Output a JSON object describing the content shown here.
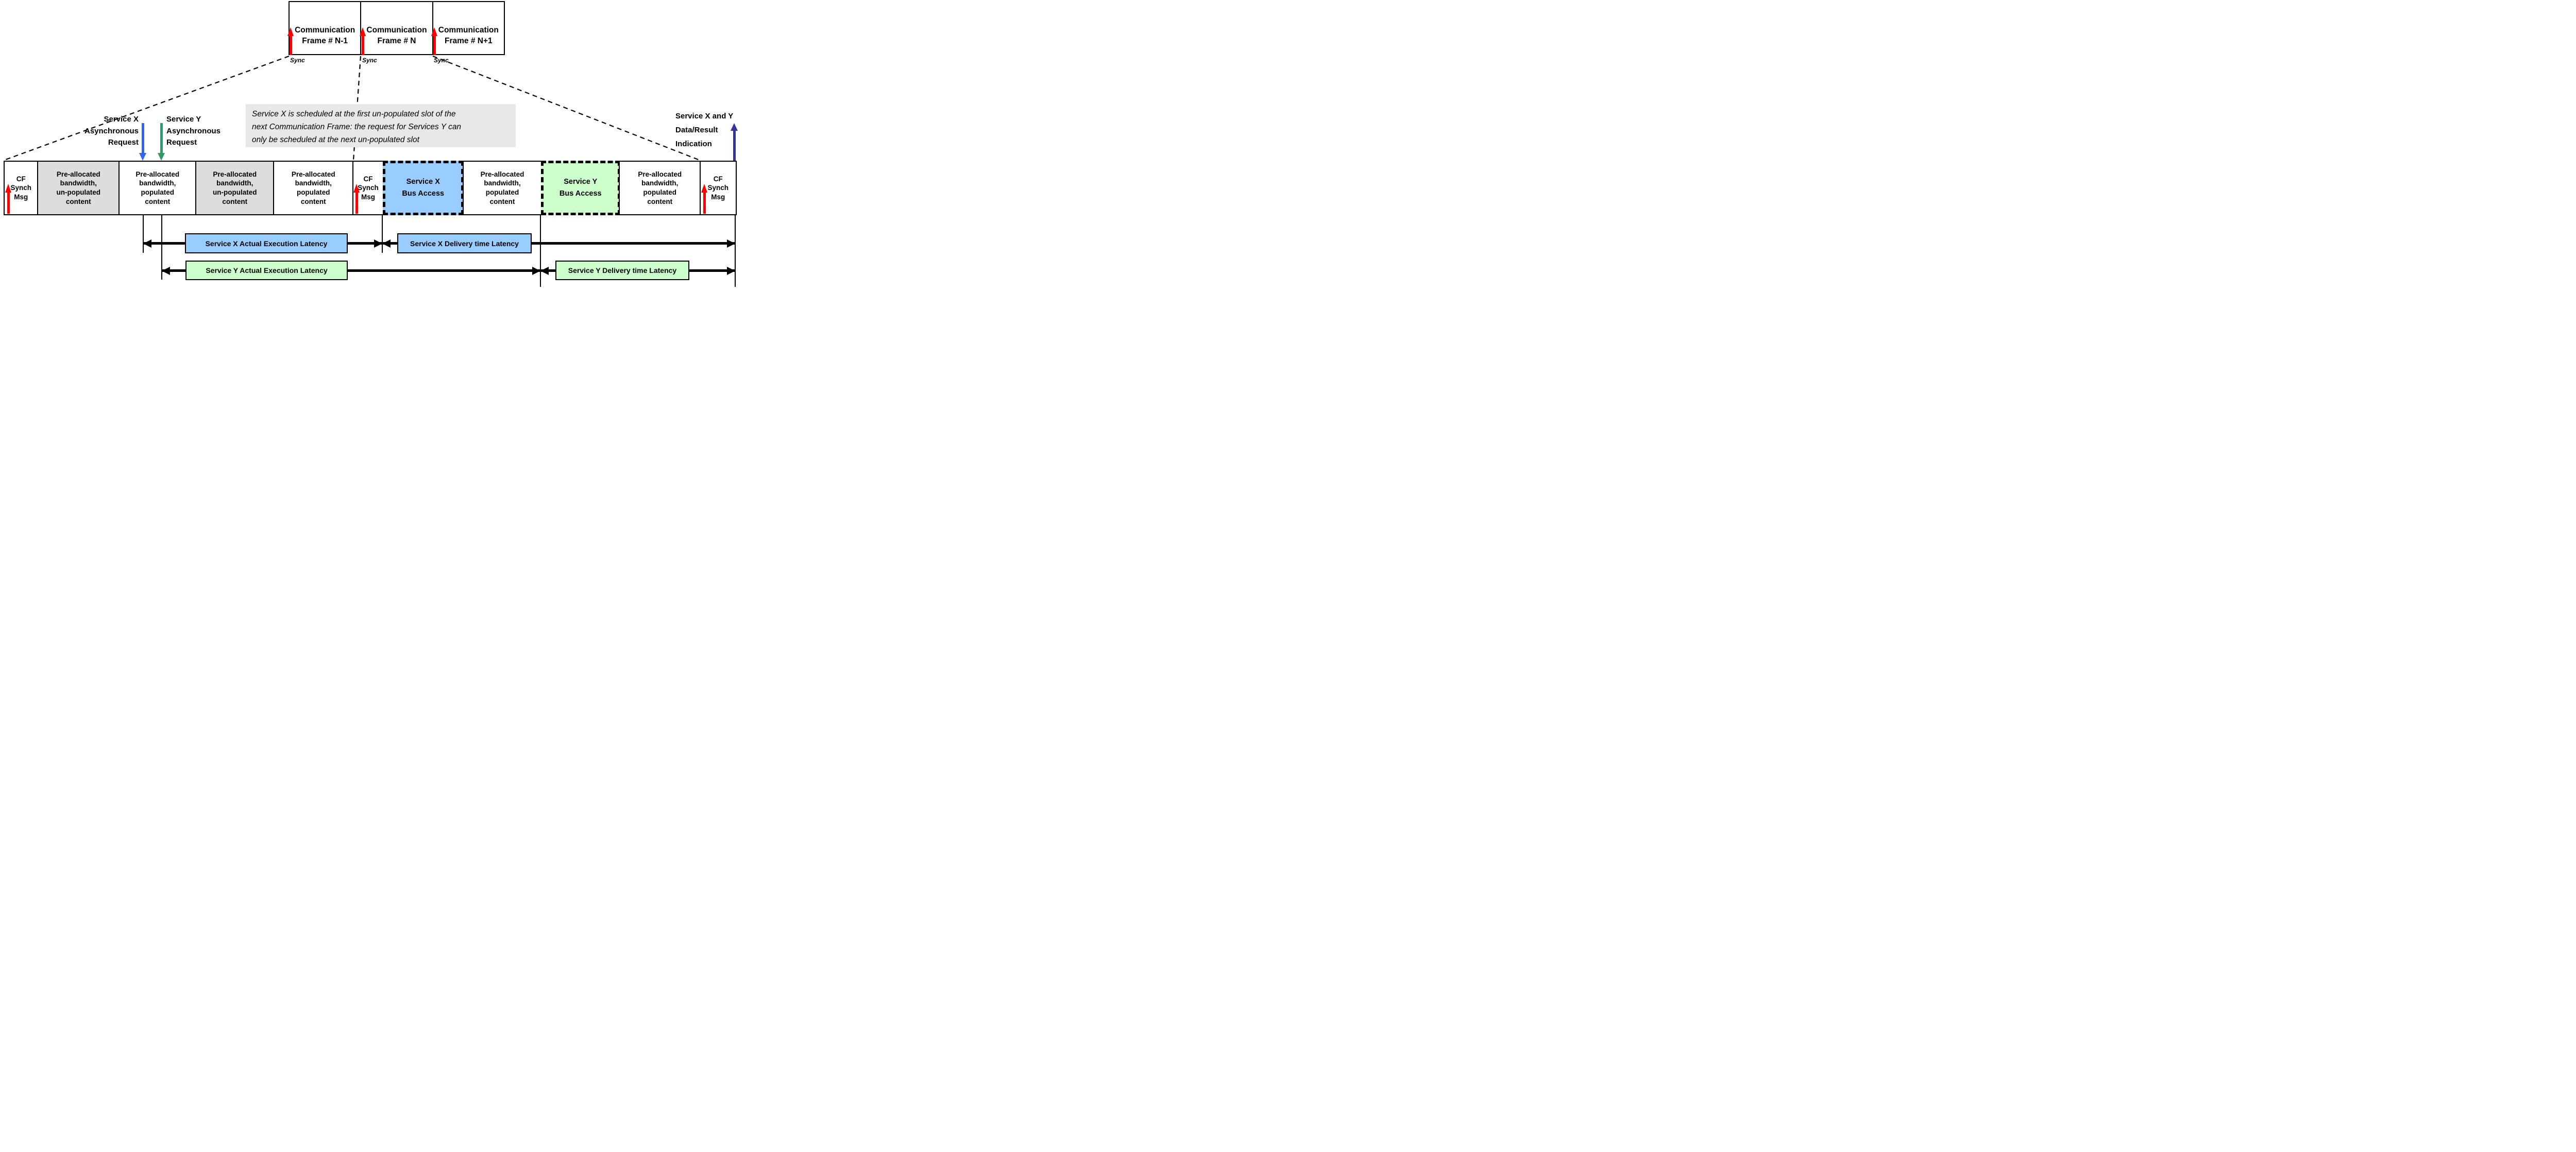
{
  "top_frames": {
    "sync_label": "Sync",
    "items": [
      {
        "line1": "Communication",
        "line2": "Frame # N-1"
      },
      {
        "line1": "Communication",
        "line2": "Frame # N"
      },
      {
        "line1": "Communication",
        "line2": "Frame # N+1"
      }
    ]
  },
  "callouts": {
    "service_x_request": {
      "lines": [
        "Service X",
        "Asynchronous",
        "Request"
      ]
    },
    "service_y_request": {
      "lines": [
        "Service Y",
        "Asynchronous",
        "Request"
      ]
    },
    "note": {
      "lines": [
        "Service X is scheduled at the first un-populated slot of the",
        "next Communication Frame: the request for Services Y can",
        "only be scheduled at the next un-populated slot"
      ]
    },
    "result_indication": {
      "lines": [
        "Service X and Y",
        "Data/Result",
        "Indication"
      ]
    }
  },
  "timeline": {
    "segments": [
      {
        "kind": "cf-synch-msg",
        "lines": [
          "CF",
          "Synch",
          "Msg"
        ]
      },
      {
        "kind": "unpopulated",
        "lines": [
          "Pre-allocated",
          "bandwidth,",
          "un-populated",
          "content"
        ]
      },
      {
        "kind": "populated",
        "lines": [
          "Pre-allocated",
          "bandwidth,",
          "populated",
          "content"
        ]
      },
      {
        "kind": "unpopulated",
        "lines": [
          "Pre-allocated",
          "bandwidth,",
          "un-populated",
          "content"
        ]
      },
      {
        "kind": "populated",
        "lines": [
          "Pre-allocated",
          "bandwidth,",
          "populated",
          "content"
        ]
      },
      {
        "kind": "cf-synch-msg",
        "lines": [
          "CF",
          "Synch",
          "Msg"
        ]
      },
      {
        "kind": "service-x-bus-access",
        "lines": [
          "Service X",
          "Bus Access"
        ]
      },
      {
        "kind": "populated",
        "lines": [
          "Pre-allocated",
          "bandwidth,",
          "populated",
          "content"
        ]
      },
      {
        "kind": "service-y-bus-access",
        "lines": [
          "Service Y",
          "Bus Access"
        ]
      },
      {
        "kind": "populated",
        "lines": [
          "Pre-allocated",
          "bandwidth,",
          "populated",
          "content"
        ]
      },
      {
        "kind": "cf-synch-msg",
        "lines": [
          "CF",
          "Synch",
          "Msg"
        ]
      }
    ]
  },
  "latency": {
    "x_exec": "Service X Actual Execution Latency",
    "x_delivery": "Service X Delivery time Latency",
    "y_exec": "Service Y Actual Execution Latency",
    "y_delivery": "Service Y Delivery time Latency"
  },
  "colors": {
    "sync_arrow_red": "#FF0000",
    "service_x_request_blue": "#3366EE",
    "service_y_request_green": "#339966",
    "result_indication_indigo": "#333399",
    "bus_access_x_fill": "#99CCFF",
    "bus_access_y_fill": "#CCFFCC",
    "unpopulated_fill": "#DDDDDD",
    "note_fill": "#E8E8E8"
  }
}
